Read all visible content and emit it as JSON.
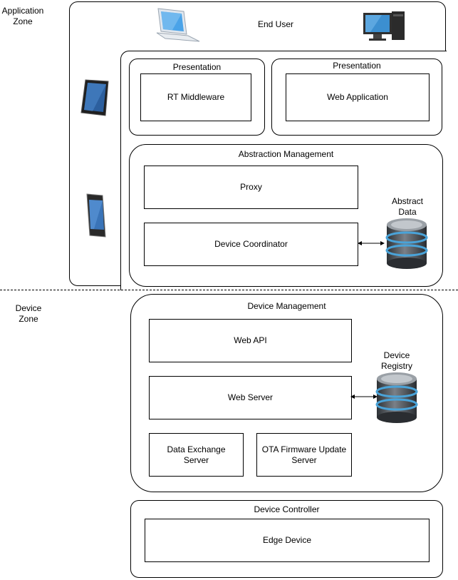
{
  "zones": {
    "application": "Application\nZone",
    "device": "Device\nZone"
  },
  "end_user": {
    "label": "End User",
    "icons": [
      "laptop-icon",
      "desktop-computer-icon",
      "tablet-icon",
      "smartphone-icon"
    ]
  },
  "presentation_left": {
    "title": "Presentation",
    "box": "RT Middleware"
  },
  "presentation_right": {
    "title": "Presentation",
    "box": "Web Application"
  },
  "abstraction": {
    "title": "Abstraction Management",
    "proxy": "Proxy",
    "coordinator": "Device Coordinator",
    "db_label": "Abstract\nData"
  },
  "device_management": {
    "title": "Device Management",
    "web_api": "Web API",
    "web_server": "Web Server",
    "data_exchange": "Data Exchange\nServer",
    "ota": "OTA Firmware Update\nServer",
    "db_label": "Device\nRegistry"
  },
  "device_controller": {
    "title": "Device Controller",
    "edge": "Edge Device"
  },
  "colors": {
    "stroke": "#000000",
    "db_dark": "#3a3f44",
    "db_band": "#4aa3d8"
  }
}
